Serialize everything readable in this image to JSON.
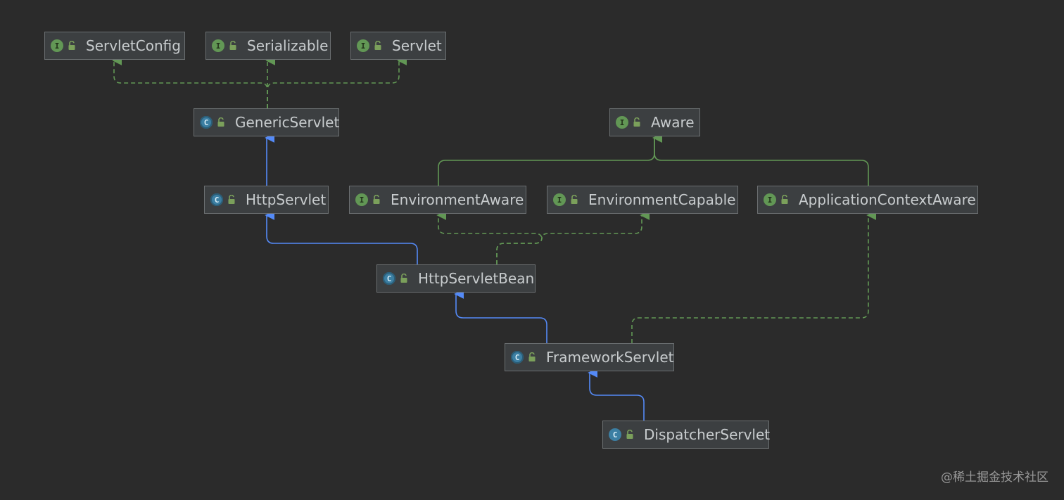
{
  "nodes": [
    {
      "id": "ServletConfig",
      "label": "ServletConfig",
      "kind": "interface"
    },
    {
      "id": "Serializable",
      "label": "Serializable",
      "kind": "interface"
    },
    {
      "id": "Servlet",
      "label": "Servlet",
      "kind": "interface"
    },
    {
      "id": "GenericServlet",
      "label": "GenericServlet",
      "kind": "abstract"
    },
    {
      "id": "Aware",
      "label": "Aware",
      "kind": "interface"
    },
    {
      "id": "HttpServlet",
      "label": "HttpServlet",
      "kind": "abstract"
    },
    {
      "id": "EnvironmentAware",
      "label": "EnvironmentAware",
      "kind": "interface"
    },
    {
      "id": "EnvironmentCapable",
      "label": "EnvironmentCapable",
      "kind": "interface"
    },
    {
      "id": "ApplicationContextAware",
      "label": "ApplicationContextAware",
      "kind": "interface"
    },
    {
      "id": "HttpServletBean",
      "label": "HttpServletBean",
      "kind": "abstract"
    },
    {
      "id": "FrameworkServlet",
      "label": "FrameworkServlet",
      "kind": "abstract"
    },
    {
      "id": "DispatcherServlet",
      "label": "DispatcherServlet",
      "kind": "class"
    }
  ],
  "icon_letters": {
    "interface": "I",
    "class": "C",
    "abstract": "C"
  },
  "edges": [
    {
      "from": "GenericServlet",
      "to": "ServletConfig",
      "type": "implements"
    },
    {
      "from": "GenericServlet",
      "to": "Serializable",
      "type": "implements"
    },
    {
      "from": "GenericServlet",
      "to": "Servlet",
      "type": "implements"
    },
    {
      "from": "HttpServlet",
      "to": "GenericServlet",
      "type": "extends"
    },
    {
      "from": "EnvironmentAware",
      "to": "Aware",
      "type": "interface-extends"
    },
    {
      "from": "ApplicationContextAware",
      "to": "Aware",
      "type": "interface-extends"
    },
    {
      "from": "HttpServletBean",
      "to": "HttpServlet",
      "type": "extends"
    },
    {
      "from": "HttpServletBean",
      "to": "EnvironmentAware",
      "type": "implements"
    },
    {
      "from": "HttpServletBean",
      "to": "EnvironmentCapable",
      "type": "implements"
    },
    {
      "from": "FrameworkServlet",
      "to": "HttpServletBean",
      "type": "extends"
    },
    {
      "from": "FrameworkServlet",
      "to": "ApplicationContextAware",
      "type": "implements"
    },
    {
      "from": "DispatcherServlet",
      "to": "FrameworkServlet",
      "type": "extends"
    }
  ],
  "colors": {
    "background": "#2b2b2b",
    "node_fill": "#3c3f41",
    "node_border": "#6b6f71",
    "extends_edge": "#548af7",
    "implements_edge": "#629755",
    "interface_icon": "#629755",
    "class_icon": "#3c7fa3"
  },
  "watermark": "@稀土掘金技术社区"
}
